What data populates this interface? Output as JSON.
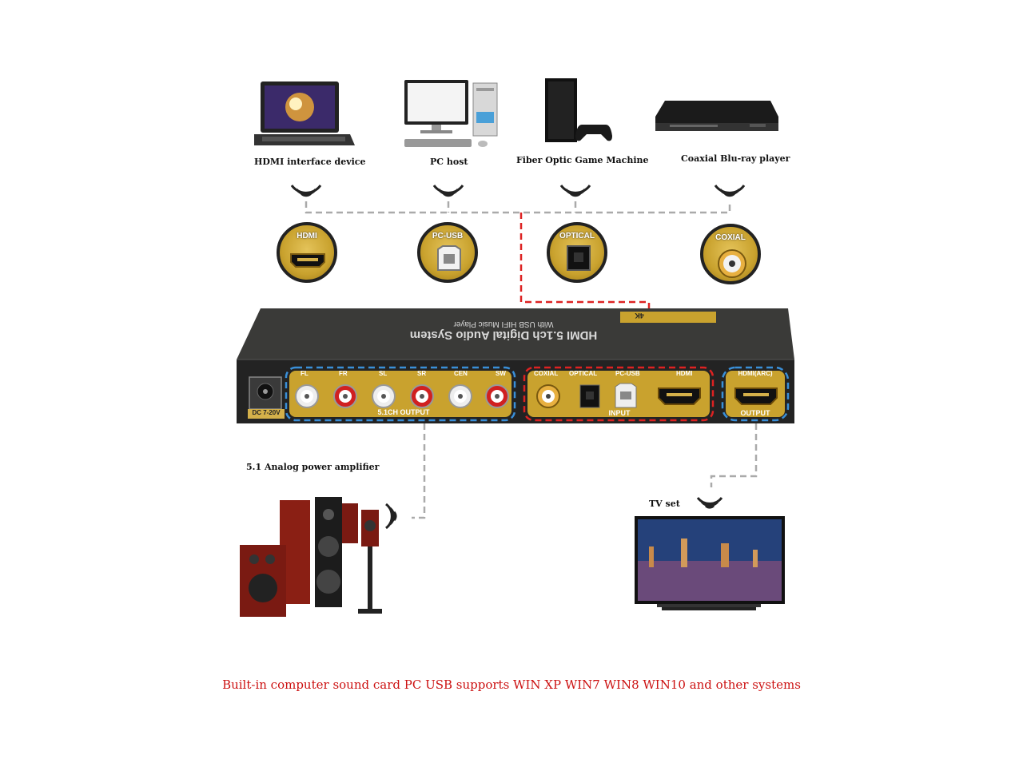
{
  "sources": [
    {
      "label": "HDMI interface device",
      "icon": "laptop-icon"
    },
    {
      "label": "PC host",
      "icon": "desktop-pc-icon"
    },
    {
      "label": "Fiber Optic Game Machine",
      "icon": "game-console-icon"
    },
    {
      "label": "Coaxial Blu-ray player",
      "icon": "bluray-player-icon"
    }
  ],
  "ports": [
    {
      "label": "HDMI"
    },
    {
      "label": "PC-USB"
    },
    {
      "label": "OPTICAL"
    },
    {
      "label": "COXIAL"
    }
  ],
  "device": {
    "title": "HDMI 5.1ch Digital Audio System",
    "subtitle": "With USB HIFI Music Player",
    "badge": "4K",
    "power_label": "DC 7-20V",
    "output_channels": [
      "FL",
      "FR",
      "SL",
      "SR",
      "CEN",
      "SW"
    ],
    "output_group_label": "5.1CH OUTPUT",
    "input_ports": [
      "COXIAL",
      "OPTICAL",
      "PC-USB",
      "HDMI"
    ],
    "input_group_label": "INPUT",
    "arc_label": "HDMI(ARC)",
    "arc_group_label": "OUTPUT"
  },
  "amplifier_label": "5.1 Analog power amplifier",
  "tv_label": "TV set",
  "footer": "Built-in computer sound card PC USB supports WIN XP WIN7 WIN8 WIN10 and other systems",
  "colors": {
    "gold": "#c9a22e",
    "connector_gray": "#aaaaaa",
    "connector_red": "#dd2222",
    "group_blue": "#3a8fd8",
    "footer_red": "#cc1111"
  }
}
